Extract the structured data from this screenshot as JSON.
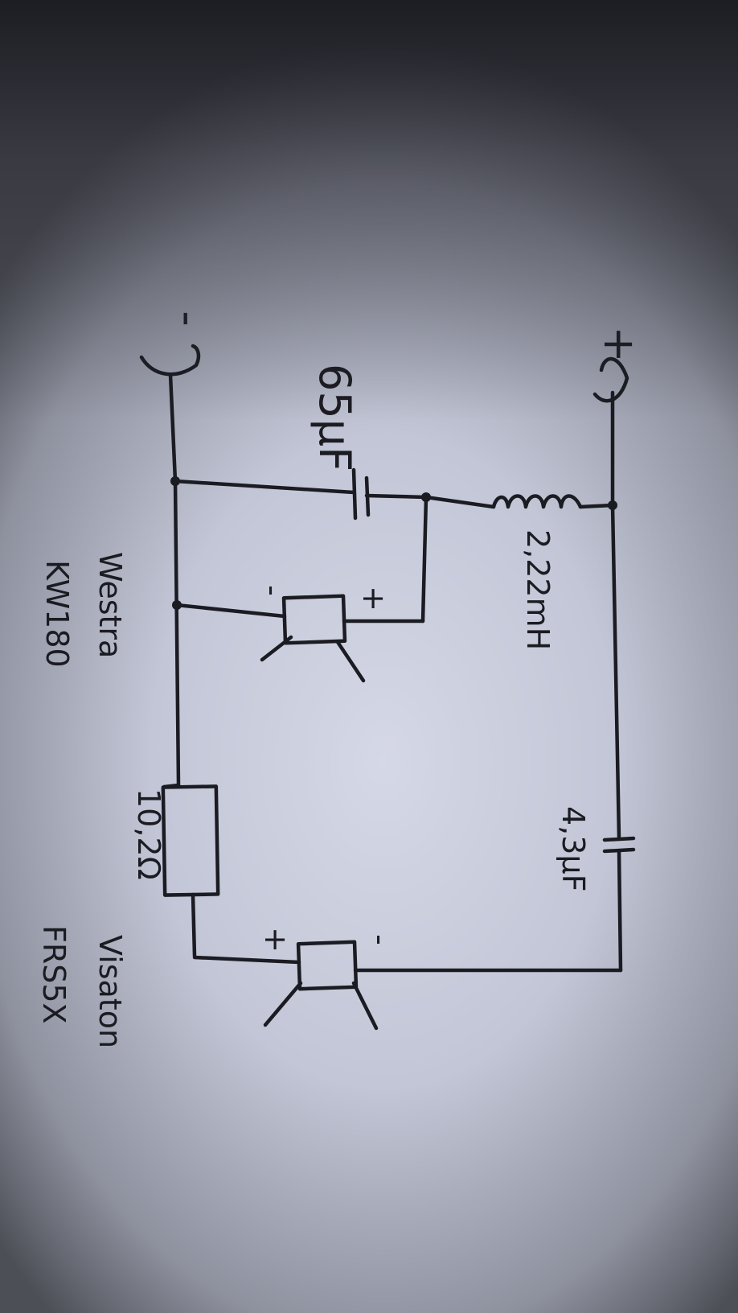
{
  "terminals": {
    "positive": "+",
    "negative": "-"
  },
  "components": {
    "inductor": "2,22mH",
    "capacitor_series": "4,3μF",
    "capacitor_shunt": "65μF",
    "resistor": "10,2Ω"
  },
  "speakers": {
    "woofer": {
      "brand": "Westra",
      "model": "KW180",
      "pos": "+",
      "neg": "-"
    },
    "fullrange": {
      "brand": "Visaton",
      "model": "FRS5X",
      "pos": "+",
      "neg": "-"
    }
  }
}
